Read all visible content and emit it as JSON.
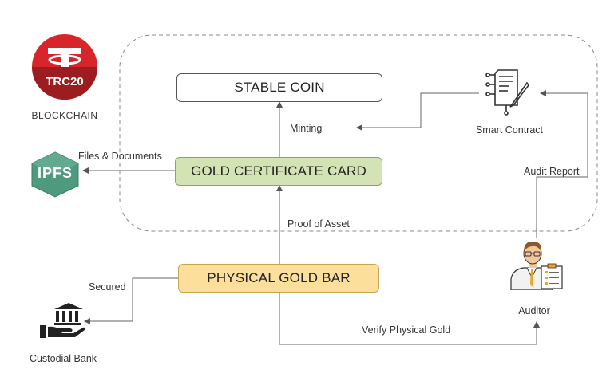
{
  "nodes": {
    "stable_coin": "STABLE COIN",
    "gold_certificate_card": "GOLD CERTIFICATE CARD",
    "physical_gold_bar": "PHYSICAL GOLD BAR"
  },
  "actors": {
    "blockchain": {
      "label": "BLOCKCHAIN",
      "logo_text": "TRC20"
    },
    "ipfs": {
      "logo_text": "IPFS"
    },
    "smart_contract": {
      "label": "Smart Contract"
    },
    "auditor": {
      "label": "Auditor"
    },
    "custodial_bank": {
      "label": "Custodial Bank"
    }
  },
  "edges": {
    "minting": "Minting",
    "files_documents": "Files & Documents",
    "audit_report": "Audit Report",
    "proof_of_asset": "Proof of Asset",
    "secured": "Secured",
    "verify_physical_gold": "Verify Physical Gold"
  },
  "colors": {
    "tron_red": "#d7262b",
    "ipfs_green": "#4e9a7e",
    "certificate_fill": "#d4e3b3",
    "gold_bar_fill": "#fbdf9a",
    "line": "#666666"
  }
}
